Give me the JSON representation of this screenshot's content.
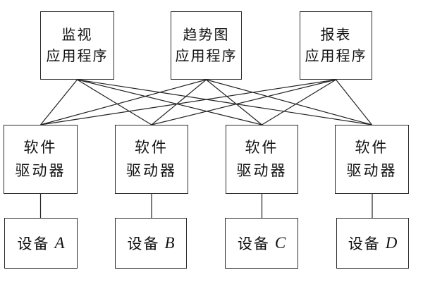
{
  "diagram": {
    "applications": [
      {
        "line1": "监视",
        "line2": "应用程序"
      },
      {
        "line1": "趋势图",
        "line2": "应用程序"
      },
      {
        "line1": "报表",
        "line2": "应用程序"
      }
    ],
    "drivers": [
      {
        "line1": "软件",
        "line2": "驱动器"
      },
      {
        "line1": "软件",
        "line2": "驱动器"
      },
      {
        "line1": "软件",
        "line2": "驱动器"
      },
      {
        "line1": "软件",
        "line2": "驱动器"
      }
    ],
    "devices": [
      {
        "prefix": "设备",
        "id": "A"
      },
      {
        "prefix": "设备",
        "id": "B"
      },
      {
        "prefix": "设备",
        "id": "C"
      },
      {
        "prefix": "设备",
        "id": "D"
      }
    ],
    "colors": {
      "background": "#ffffff",
      "border": "#2b2b2b",
      "line": "#222222",
      "text": "#111111"
    }
  }
}
